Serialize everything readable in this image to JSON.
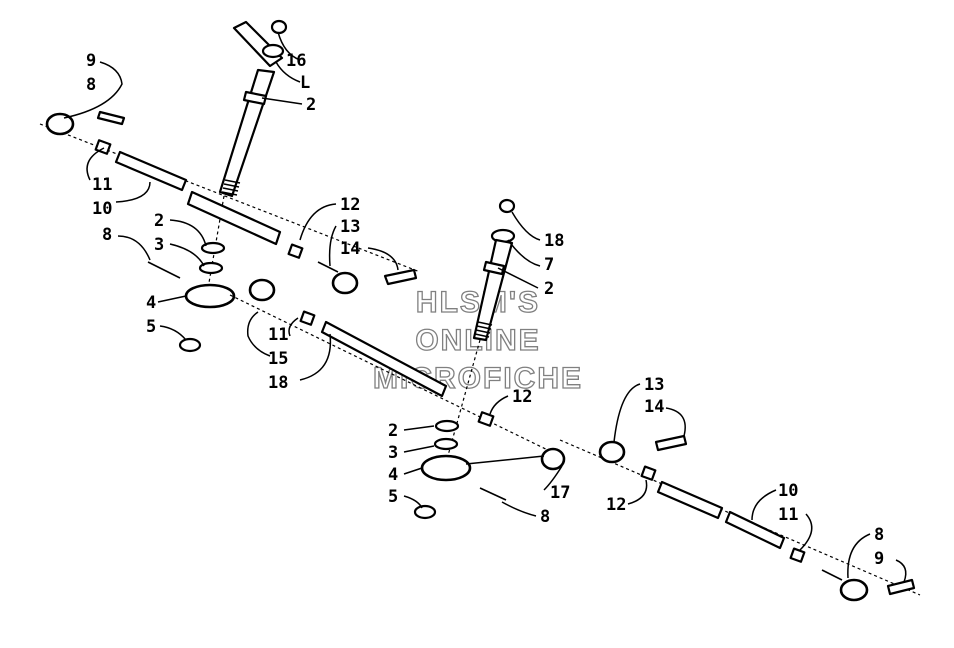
{
  "watermark": {
    "line1": "HLSM'S",
    "line2": "ONLINE",
    "line3": "MICROFICHE",
    "color": "#808080"
  },
  "callouts": {
    "left_column_top": "16",
    "left_column_mid": "L",
    "left_column_collar": "2",
    "left_end_9": "9",
    "left_end_8": "8",
    "left_rod_11": "11",
    "left_rod_10": "10",
    "left_stack_2": "2",
    "left_stack_3": "3",
    "left_stack_8": "8",
    "left_stack_4": "4",
    "left_stack_5": "5",
    "left_end2_12": "12",
    "left_end2_13": "13",
    "left_end2_14": "14",
    "center_11": "11",
    "center_15": "15",
    "center_18": "18",
    "right_column_18": "18",
    "right_column_7": "7",
    "right_column_2": "2",
    "right_stack_12": "12",
    "right_stack_2": "2",
    "right_stack_3": "3",
    "right_stack_4": "4",
    "right_stack_5": "5",
    "right_stack_17": "17",
    "right_stack_8": "8",
    "right_end_13": "13",
    "right_end_14": "14",
    "right_end_12": "12",
    "right_rod_10": "10",
    "right_rod_11": "11",
    "right_end2_8": "8",
    "right_end2_9": "9"
  }
}
